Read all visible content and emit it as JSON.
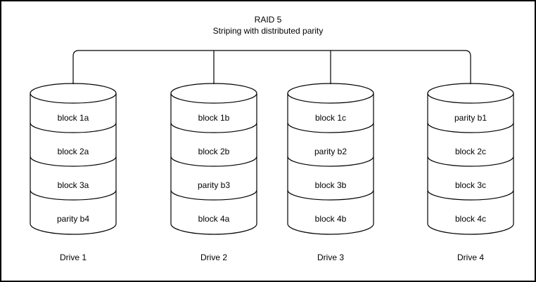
{
  "diagram": {
    "title": "RAID 5",
    "subtitle": "Striping with distributed parity",
    "colors": {
      "stroke": "#000000",
      "background": "#ffffff"
    }
  },
  "drives": [
    {
      "label": "Drive 1",
      "blocks": [
        "block 1a",
        "block 2a",
        "block 3a",
        "parity b4"
      ]
    },
    {
      "label": "Drive 2",
      "blocks": [
        "block 1b",
        "block 2b",
        "parity b3",
        "block 4a"
      ]
    },
    {
      "label": "Drive 3",
      "blocks": [
        "block 1c",
        "parity b2",
        "block 3b",
        "block 4b"
      ]
    },
    {
      "label": "Drive 4",
      "blocks": [
        "parity b1",
        "block 2c",
        "block 3c",
        "block 4c"
      ]
    }
  ]
}
